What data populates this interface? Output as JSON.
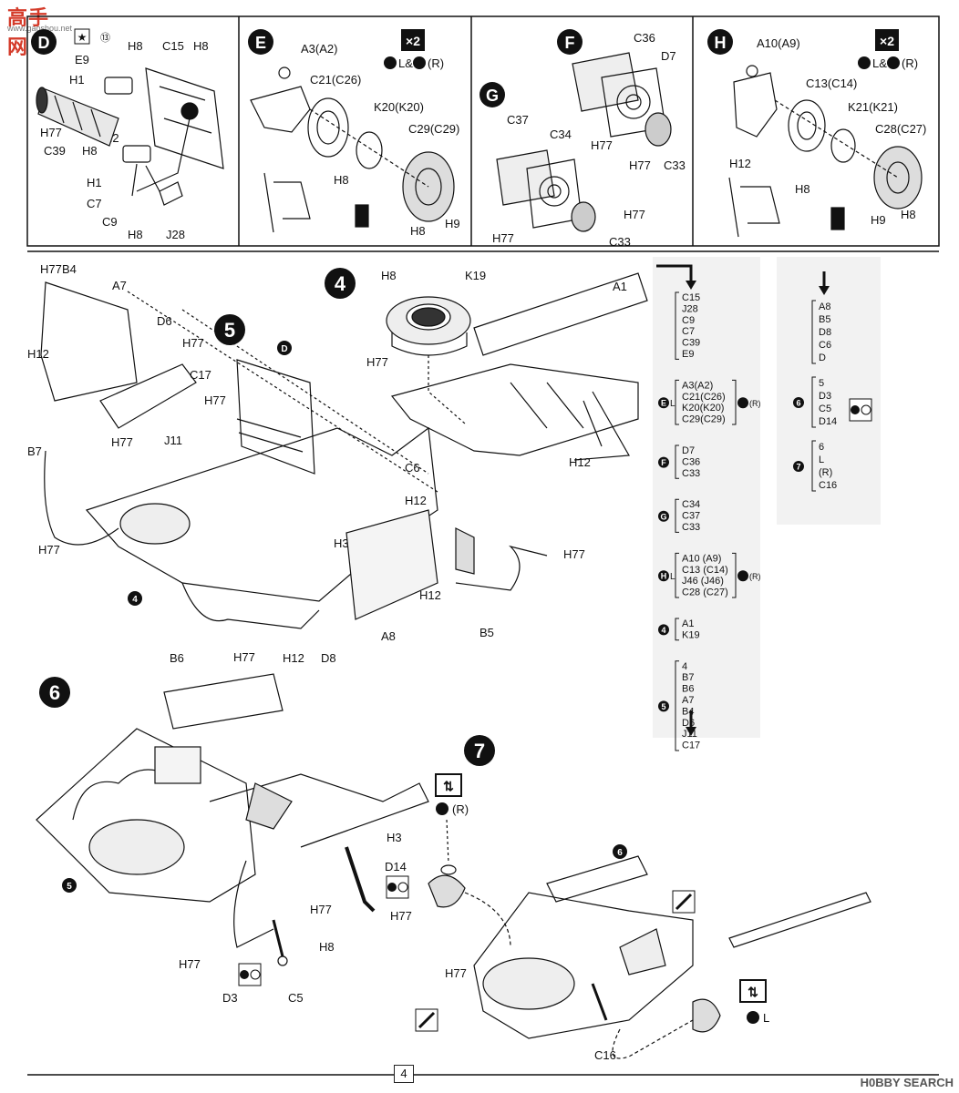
{
  "watermark_top": {
    "text": "高手网",
    "url": "www.gaoshou.net"
  },
  "watermark_bottom": "H0BBY SEARCH",
  "page_number": "4",
  "panel_d": {
    "letter": "D",
    "labels": [
      "⑬",
      "H8",
      "C15",
      "H8",
      "E9",
      "H1",
      "H77",
      "H8",
      "H2",
      "C39",
      "H1",
      "C7",
      "C9",
      "H8",
      "J28"
    ]
  },
  "panel_e": {
    "letter": "E",
    "x2": "×2",
    "note": "L&",
    "note_r": "(R)",
    "labels": [
      "A3(A2)",
      "C21(C26)",
      "K20(K20)",
      "C29(C29)",
      "H8",
      "H8",
      "H9"
    ]
  },
  "panel_f": {
    "letter": "F",
    "labels": [
      "C36",
      "D7",
      "H77",
      "H77",
      "C33"
    ]
  },
  "panel_g": {
    "letter": "G",
    "labels": [
      "C37",
      "C34",
      "H77",
      "H77",
      "C33"
    ]
  },
  "panel_h": {
    "letter": "H",
    "x2": "×2",
    "note": "L&",
    "note_r": "(R)",
    "labels": [
      "A10(A9)",
      "C13(C14)",
      "K21(K21)",
      "C28(C27)",
      "H12",
      "H8",
      "H9",
      "H8"
    ]
  },
  "step4": {
    "num": "4",
    "labels": [
      "H8",
      "K19",
      "A1",
      "H77",
      "H12"
    ]
  },
  "step5": {
    "num": "5",
    "labels": [
      "H77",
      "B4",
      "A7",
      "D6",
      "H77",
      "H12",
      "C17",
      "H77",
      "H77",
      "J11",
      "B7",
      "H77",
      "C6",
      "H12",
      "H3",
      "H77",
      "H12",
      "A8",
      "B5",
      "B6",
      "H77",
      "H12",
      "D8"
    ]
  },
  "step6": {
    "num": "6",
    "labels": [
      "H3",
      "D14",
      "H77",
      "H77",
      "H8",
      "H77",
      "D3",
      "C5"
    ]
  },
  "step7": {
    "num": "7",
    "labels": [
      "(R)",
      "6",
      "H77",
      "C16",
      "L"
    ]
  },
  "sequence": [
    {
      "key": "",
      "items": [
        "C15",
        "J28",
        "C9",
        "C7",
        "C39",
        "E9"
      ]
    },
    {
      "key": "E",
      "side": "L",
      "items": [
        "A3(A2)",
        "C21(C26)",
        "K20(K20)",
        "C29(C29)"
      ],
      "end": "(R)"
    },
    {
      "key": "F",
      "items": [
        "D7",
        "C36",
        "C33"
      ]
    },
    {
      "key": "G",
      "items": [
        "C34",
        "C37",
        "C33"
      ]
    },
    {
      "key": "H",
      "side": "L",
      "items": [
        "A10 (A9)",
        "C13 (C14)",
        "J46 (J46)",
        "C28 (C27)"
      ],
      "end": "(R)"
    },
    {
      "key": "4",
      "items": [
        "A1",
        "K19"
      ]
    },
    {
      "key": "5",
      "items": [
        "4",
        "B7",
        "B6",
        "A7",
        "B4",
        "D6",
        "J11",
        "C17"
      ]
    }
  ],
  "sequence2": {
    "top": [
      "A8",
      "B5",
      "D8",
      "C6",
      "D"
    ],
    "mid_key": "6",
    "mid": [
      "5",
      "D3",
      "C5",
      "D14"
    ],
    "bot_key": "7",
    "bot": [
      "6",
      "L",
      "(R)",
      "C16"
    ]
  },
  "colors": {
    "line": "#111111",
    "panel_bg": "#f2f2f2",
    "wm_red": "#d43b2a"
  }
}
